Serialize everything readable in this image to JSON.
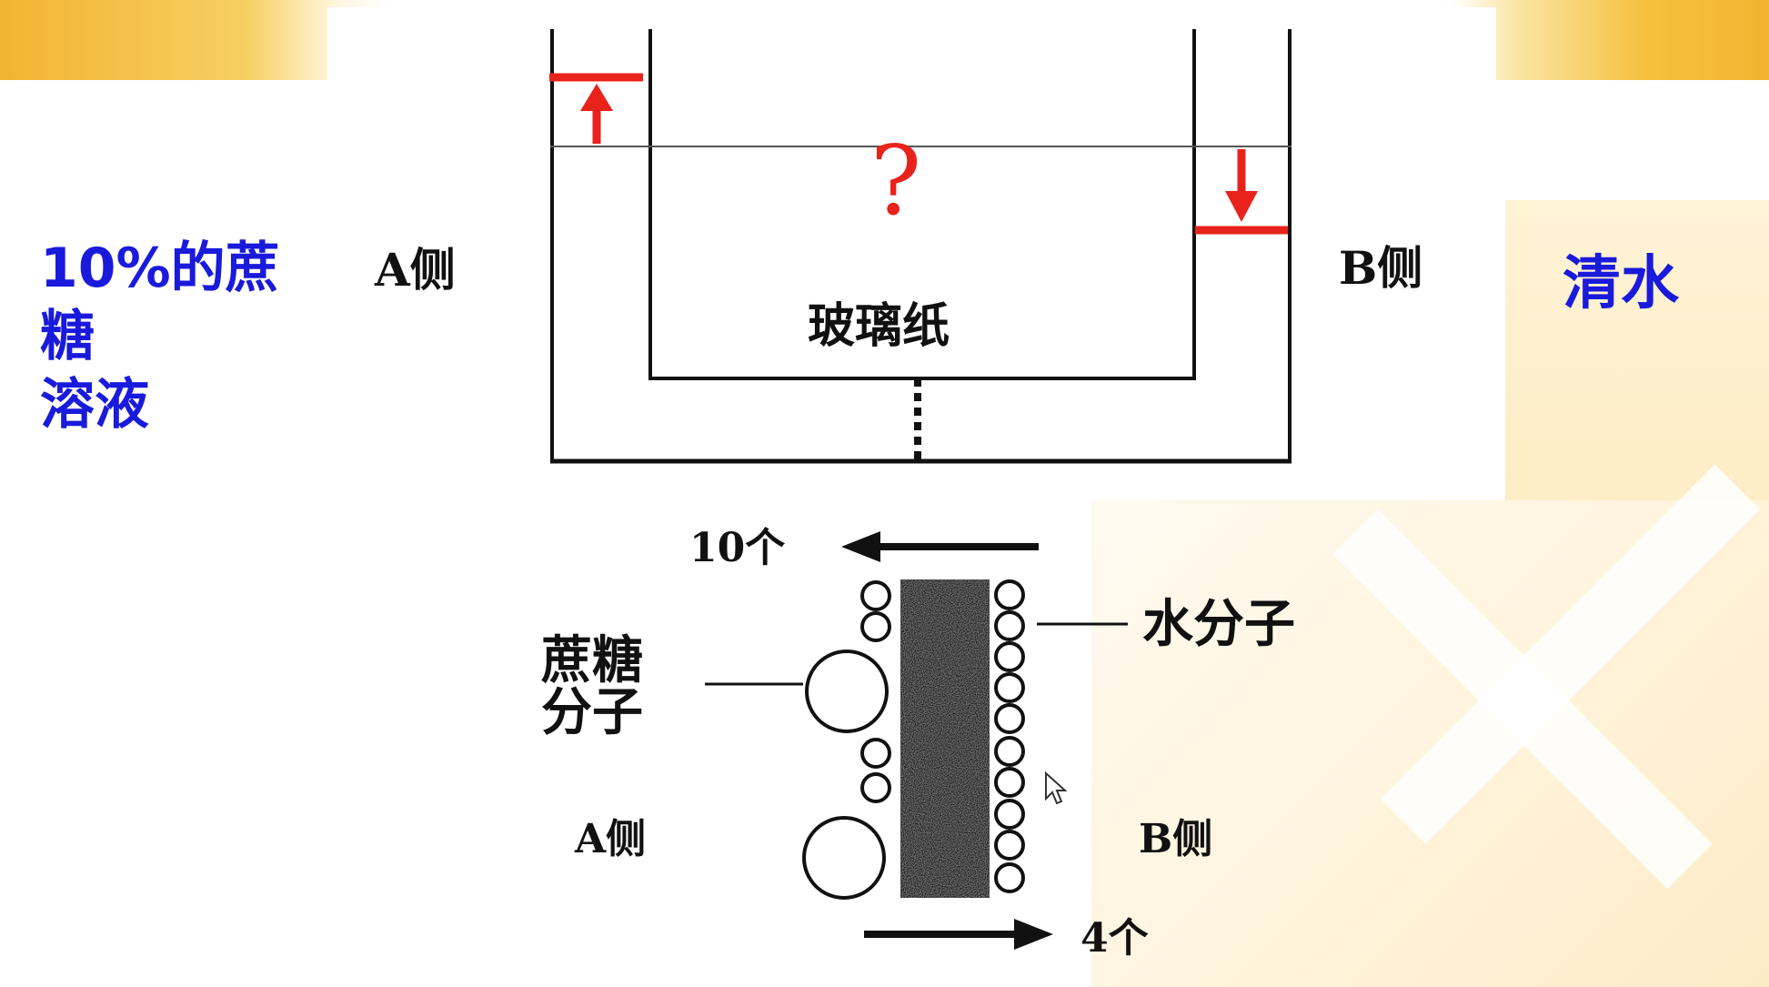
{
  "slide": {
    "left_label": "10%的蔗糖溶液",
    "right_label": "清水"
  },
  "beaker": {
    "side_a": "A侧",
    "side_b": "B侧",
    "membrane": "玻璃纸",
    "question": "?"
  },
  "molecule_diagram": {
    "count_left": "10个",
    "count_right": "4个",
    "water_label": "水分子",
    "sucrose_label_line1": "蔗糖",
    "sucrose_label_line2": "分子",
    "side_a": "A侧",
    "side_b": "B侧"
  },
  "colors": {
    "accent_red": "#e8231b",
    "label_blue": "#1a1adc",
    "banner_orange": "#f2b431"
  }
}
